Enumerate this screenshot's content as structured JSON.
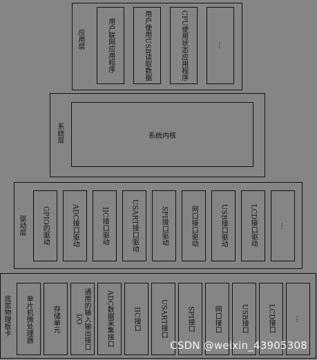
{
  "layers": {
    "app": {
      "label": "应用层",
      "items": [
        "用户联网应用程序",
        "用户使用USB读取数据",
        "CPU使用状态应用程序",
        "…"
      ]
    },
    "system": {
      "label": "系统层",
      "core": "系统内核"
    },
    "driver": {
      "label": "驱动层",
      "items": [
        "GPIO的驱动",
        "ADC接口驱动",
        "IIC接口驱动",
        "USART接口驱动",
        "SPI接口驱动",
        "网口接口驱动",
        "USB接口驱动",
        "LCD接口驱动",
        "…"
      ]
    },
    "hardware": {
      "label": "底层物理板卡",
      "items": [
        "单片机微处理器",
        "存储单元",
        "通用的输入输出接口I/O",
        "ADC数据采集接口",
        "IIC接口",
        "USART接口",
        "SPI接口",
        "网口接口",
        "USB接口",
        "LCD接口",
        "…"
      ]
    }
  },
  "watermark": "CSDN @weixin_43905308"
}
